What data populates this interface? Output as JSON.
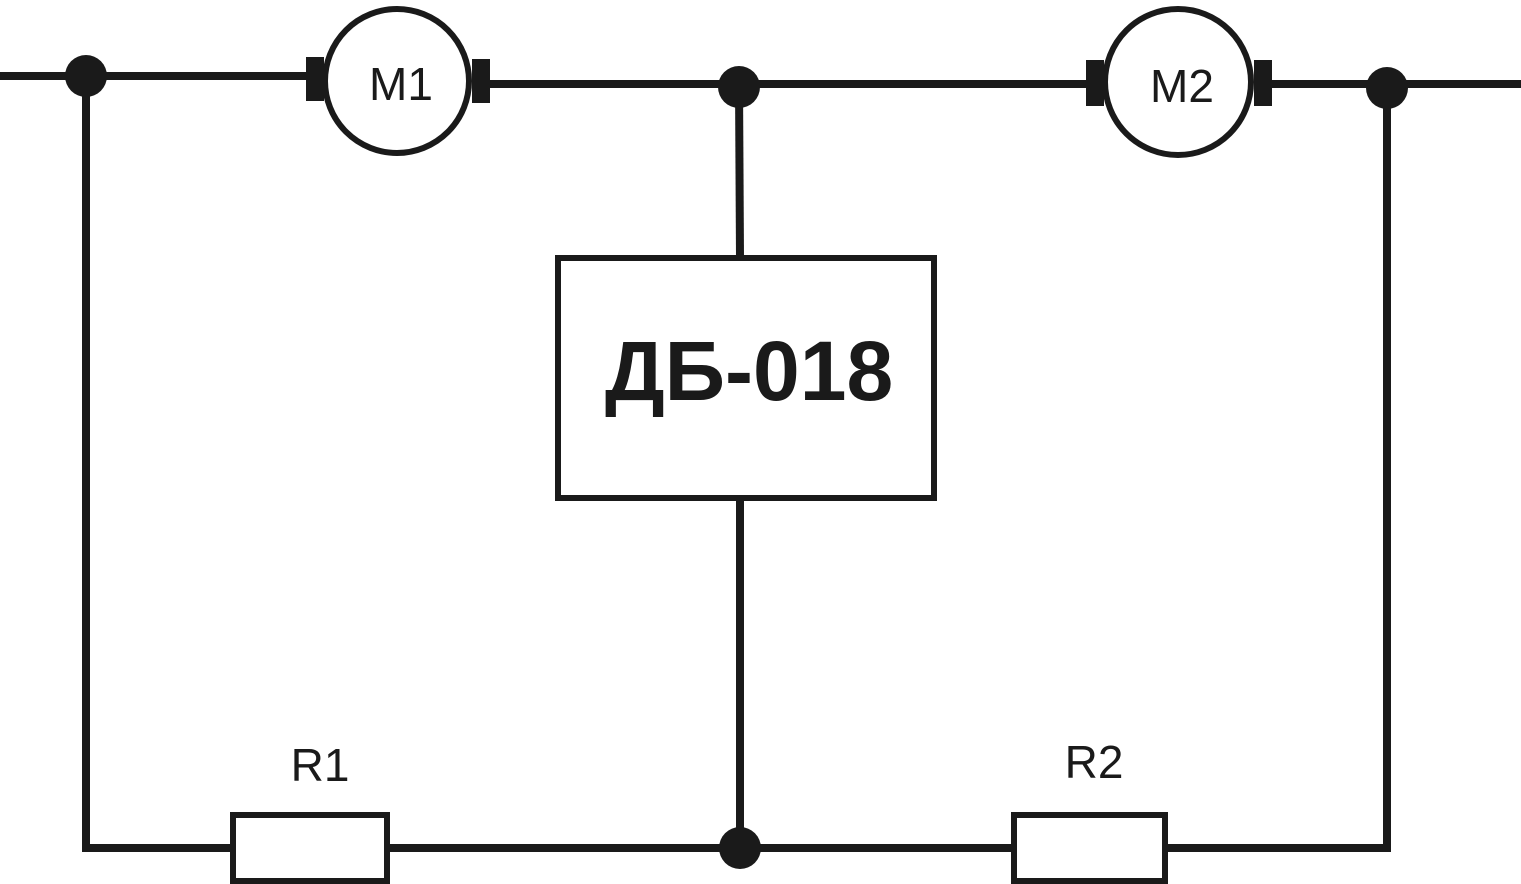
{
  "diagram": {
    "motors": [
      {
        "label": "M1"
      },
      {
        "label": "M2"
      }
    ],
    "resistors": [
      {
        "label": "R1"
      },
      {
        "label": "R2"
      }
    ],
    "control_block": {
      "label": "ДБ-018"
    }
  },
  "colors": {
    "line": "#1a1a1a",
    "background": "#ffffff"
  }
}
